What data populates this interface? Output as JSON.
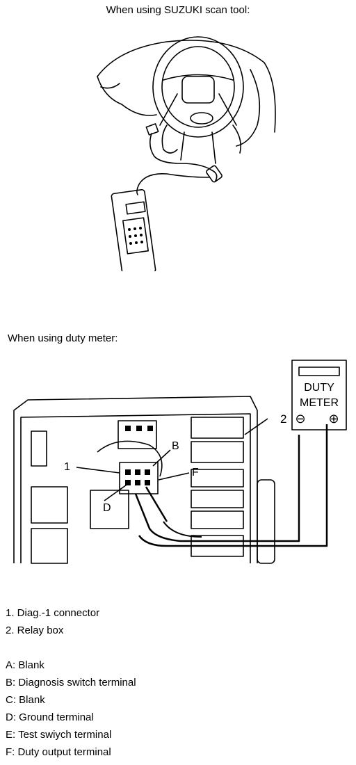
{
  "scan_caption": "When using SUZUKI scan tool:",
  "duty_caption": "When using duty meter:",
  "duty_meter": {
    "line1": "DUTY",
    "line2": "METER",
    "minus": "⊖",
    "plus": "⊕"
  },
  "callouts": {
    "one": "1",
    "two": "2",
    "b": "B",
    "f": "F",
    "d": "D"
  },
  "numbered_legend": [
    "1. Diag.-1 connector",
    "2. Relay box"
  ],
  "letter_legend": [
    "A: Blank",
    "B: Diagnosis switch terminal",
    "C: Blank",
    "D: Ground terminal",
    "E: Test swiych terminal",
    "F: Duty output terminal"
  ]
}
